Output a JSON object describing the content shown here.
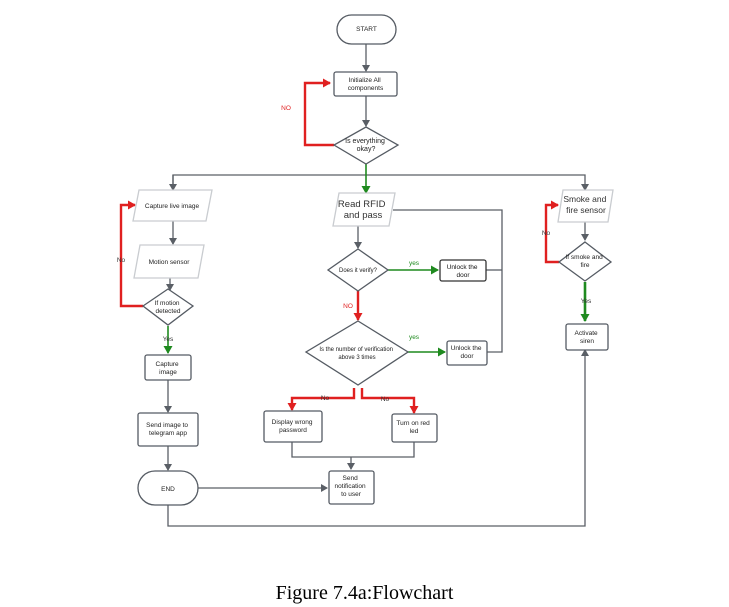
{
  "colors": {
    "node_stroke": "#555b63",
    "arrow": "#5a5f66",
    "no_branch": "#e02020",
    "yes_branch": "#1f8a1f",
    "text": "#222222"
  },
  "nodes": {
    "start": "START",
    "init": [
      "Initialize All",
      "components"
    ],
    "check": [
      "Is everything",
      "okay?"
    ],
    "capture_live": "Capture live image",
    "motion_sensor": "Motion sensor",
    "if_motion": [
      "If motion",
      "detected"
    ],
    "capture_image": [
      "Capture",
      "image"
    ],
    "send_image": [
      "Send image to",
      "telegram app"
    ],
    "end": "END",
    "rfid": [
      "Read RFID",
      "and pass"
    ],
    "verify": "Does it verify?",
    "unlock1": [
      "Unlock the",
      "door"
    ],
    "attempts": [
      "Is the number of verification",
      "above 3 times"
    ],
    "unlock2": [
      "Unlock the",
      "door"
    ],
    "wrong_pw": [
      "Display wrong",
      "password"
    ],
    "red_led": [
      "Turn on red",
      "led"
    ],
    "notify": [
      "Send",
      "notification",
      "to user"
    ],
    "smoke_sensor": [
      "Smoke and",
      "fire sensor"
    ],
    "if_smoke": [
      "If smoke and",
      "fire"
    ],
    "siren": [
      "Activate",
      "siren"
    ]
  },
  "labels": {
    "no_init": "NO",
    "no_motion": "No",
    "yes_motion": "Yes",
    "yes_verify": "yes",
    "no_verify": "NO",
    "yes_attempts": "yes",
    "no_left": "No",
    "no_right": "No",
    "no_smoke": "No",
    "yes_smoke": "Yes"
  },
  "caption": "Figure 7.4a:Flowchart"
}
